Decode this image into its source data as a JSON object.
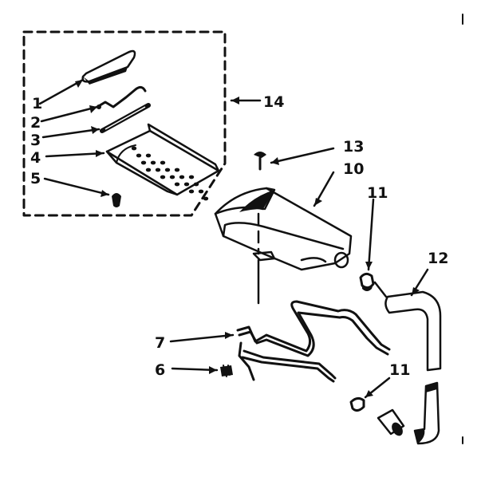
{
  "diagram": {
    "labels": {
      "p1": "1",
      "p2": "2",
      "p3": "3",
      "p4": "4",
      "p5": "5",
      "p6": "6",
      "p7": "7",
      "p10": "10",
      "p11a": "11",
      "p11b": "11",
      "p12": "12",
      "p13": "13",
      "p14": "14"
    }
  }
}
